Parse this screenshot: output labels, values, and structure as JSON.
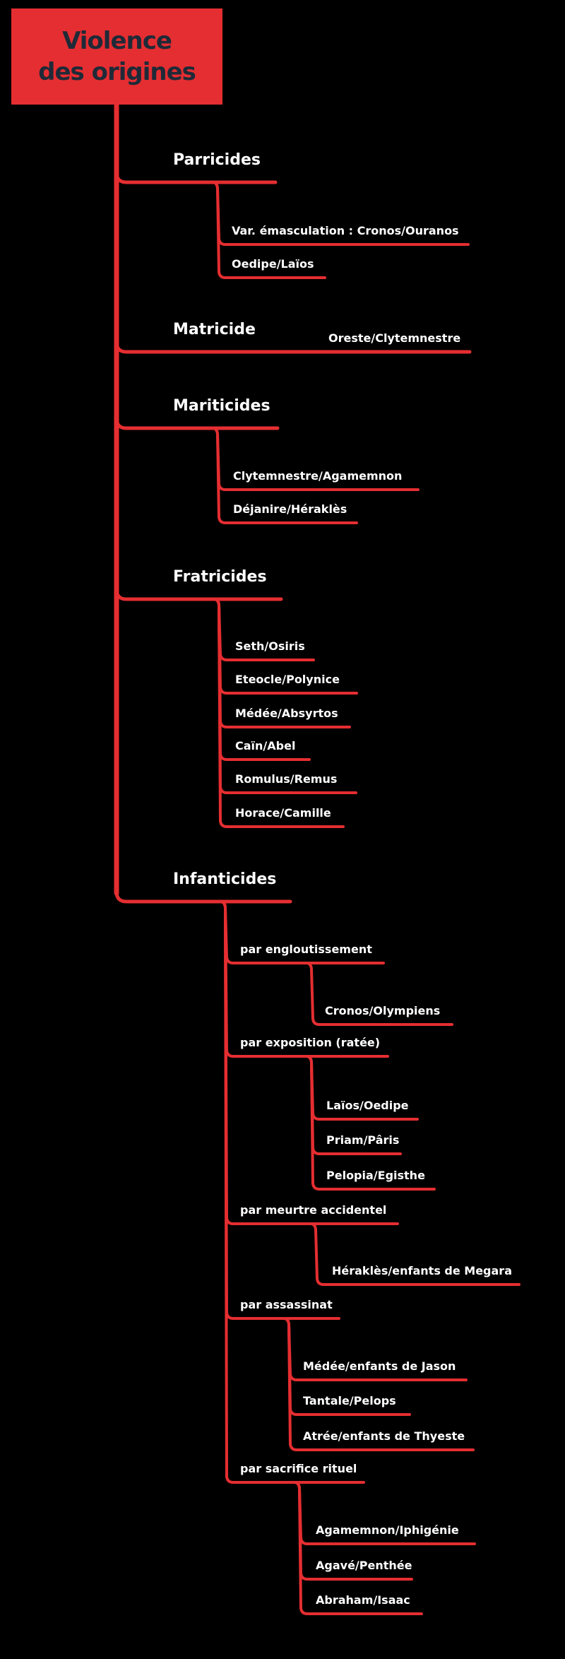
{
  "title": "Violence des origines",
  "colors": {
    "accent": "#e52e31",
    "title_text": "#1f2a38",
    "background": "#000000",
    "text": "#ffffff"
  },
  "categories": [
    {
      "label": "Parricides",
      "children": [
        {
          "label": "Var. émasculation : Cronos/Ouranos"
        },
        {
          "label": "Oedipe/Laïos"
        }
      ]
    },
    {
      "label": "Matricide",
      "children": [
        {
          "label": "Oreste/Clytemnestre"
        }
      ]
    },
    {
      "label": "Mariticides",
      "children": [
        {
          "label": "Clytemnestre/Agamemnon"
        },
        {
          "label": "Déjanire/Héraklès"
        }
      ]
    },
    {
      "label": "Fratricides",
      "children": [
        {
          "label": "Seth/Osiris"
        },
        {
          "label": "Eteocle/Polynice"
        },
        {
          "label": "Médée/Absyrtos"
        },
        {
          "label": "Caïn/Abel"
        },
        {
          "label": "Romulus/Remus"
        },
        {
          "label": "Horace/Camille"
        }
      ]
    },
    {
      "label": "Infanticides",
      "children": [
        {
          "label": "par engloutissement",
          "children": [
            {
              "label": "Cronos/Olympiens"
            }
          ]
        },
        {
          "label": "par exposition (ratée)",
          "children": [
            {
              "label": "Laïos/Oedipe"
            },
            {
              "label": "Priam/Pâris"
            },
            {
              "label": "Pelopia/Egisthe"
            }
          ]
        },
        {
          "label": "par meurtre accidentel",
          "children": [
            {
              "label": "Héraklès/enfants de Megara"
            }
          ]
        },
        {
          "label": "par assassinat",
          "children": [
            {
              "label": "Médée/enfants de Jason"
            },
            {
              "label": "Tantale/Pelops"
            },
            {
              "label": "Atrée/enfants de Thyeste"
            }
          ]
        },
        {
          "label": "par sacrifice rituel",
          "children": [
            {
              "label": "Agamemnon/Iphigénie"
            },
            {
              "label": "Agavé/Penthée"
            },
            {
              "label": "Abraham/Isaac"
            }
          ]
        }
      ]
    }
  ]
}
